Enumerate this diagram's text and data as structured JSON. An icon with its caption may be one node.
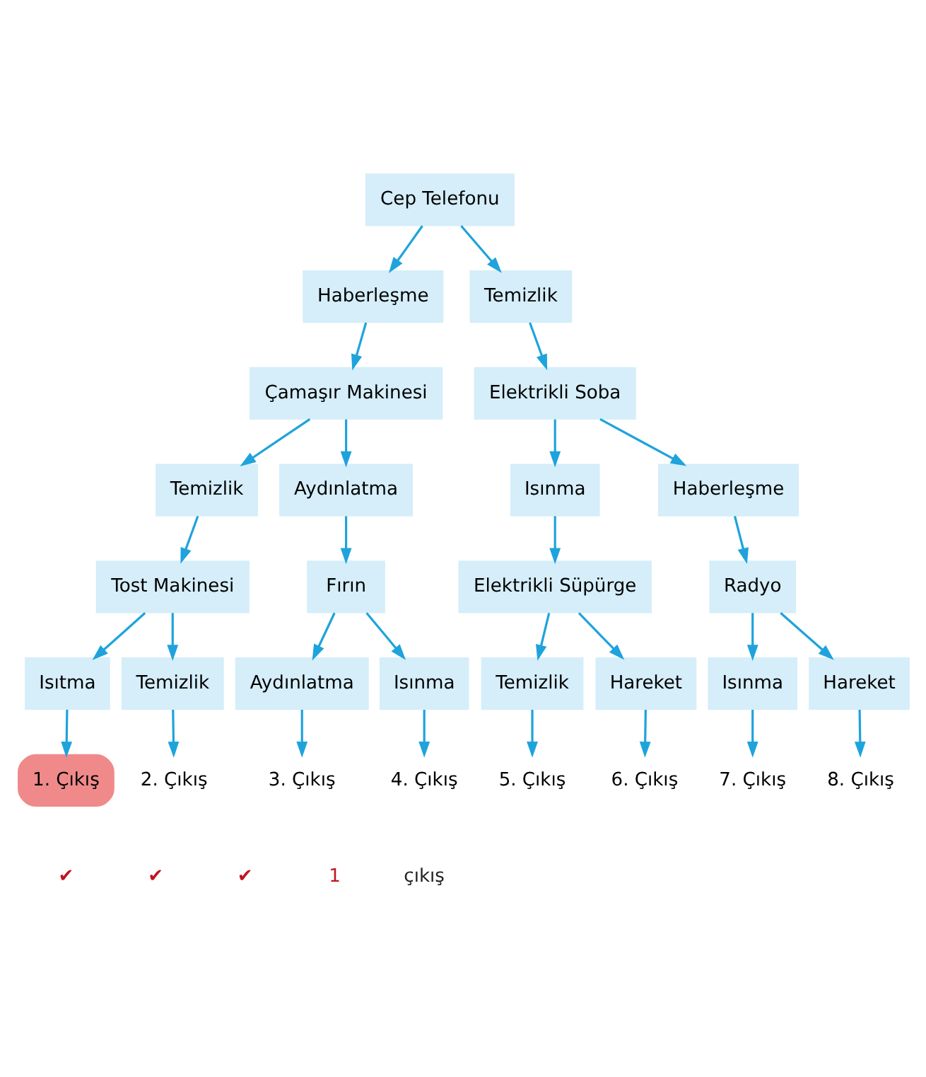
{
  "diagram": {
    "nodes": [
      {
        "text": [
          "Cep Telefonu"
        ]
      },
      {
        "text": [
          "Haberleşme"
        ]
      },
      {
        "text": [
          "Temizlik"
        ]
      },
      {
        "text": [
          "Çamaşır Makinesi"
        ]
      },
      {
        "text": [
          "Elektrikli Soba"
        ]
      },
      {
        "text": [
          "Temizlik"
        ]
      },
      {
        "text": [
          "Aydınlatma"
        ]
      },
      {
        "text": [
          "Isınma"
        ]
      },
      {
        "text": [
          "Haberleşme"
        ]
      },
      {
        "text": [
          "Tost Makinesi"
        ]
      },
      {
        "text": [
          "Fırın"
        ]
      },
      {
        "text": [
          "Elektrikli Süpürge"
        ]
      },
      {
        "text": [
          "Radyo"
        ]
      },
      {
        "text": [
          "Isıtma"
        ]
      },
      {
        "text": [
          "Temizlik"
        ]
      },
      {
        "text": [
          "Aydınlatma"
        ]
      },
      {
        "text": [
          "Isınma"
        ]
      },
      {
        "text": [
          "Temizlik"
        ]
      },
      {
        "text": [
          "Hareket"
        ]
      },
      {
        "text": [
          "Isınma"
        ]
      },
      {
        "text": [
          "Hareket"
        ]
      },
      {
        "text": [
          "1. Çıkış"
        ]
      },
      {
        "text": [
          "2. Çıkış"
        ]
      },
      {
        "text": [
          "3. Çıkış"
        ]
      },
      {
        "text": [
          "4. Çıkış"
        ]
      },
      {
        "text": [
          "5. Çıkış"
        ]
      },
      {
        "text": [
          "6. Çıkış"
        ]
      },
      {
        "text": [
          "7. Çıkış"
        ]
      },
      {
        "text": [
          "8. Çıkış"
        ]
      }
    ],
    "edges": [
      {
        "from": 0,
        "to": 1,
        "arrow": "to"
      },
      {
        "from": 0,
        "to": 2,
        "arrow": "to"
      },
      {
        "from": 1,
        "to": 3,
        "arrow": "to"
      },
      {
        "from": 2,
        "to": 4,
        "arrow": "to"
      },
      {
        "from": 3,
        "to": 5,
        "arrow": "to"
      },
      {
        "from": 3,
        "to": 6,
        "arrow": "to"
      },
      {
        "from": 4,
        "to": 7,
        "arrow": "to"
      },
      {
        "from": 4,
        "to": 8,
        "arrow": "to"
      },
      {
        "from": 5,
        "to": 9,
        "arrow": "to"
      },
      {
        "from": 6,
        "to": 10,
        "arrow": "to"
      },
      {
        "from": 7,
        "to": 11,
        "arrow": "to"
      },
      {
        "from": 8,
        "to": 12,
        "arrow": "to"
      },
      {
        "from": 9,
        "to": 13,
        "arrow": "to"
      },
      {
        "from": 9,
        "to": 14,
        "arrow": "to"
      },
      {
        "from": 10,
        "to": 15,
        "arrow": "to"
      },
      {
        "from": 10,
        "to": 16,
        "arrow": "to"
      },
      {
        "from": 11,
        "to": 17,
        "arrow": "to"
      },
      {
        "from": 11,
        "to": 18,
        "arrow": "to"
      },
      {
        "from": 12,
        "to": 19,
        "arrow": "to"
      },
      {
        "from": 12,
        "to": 20,
        "arrow": "to"
      },
      {
        "from": 13,
        "to": 21,
        "arrow": "to"
      },
      {
        "from": 14,
        "to": 22,
        "arrow": "to"
      },
      {
        "from": 15,
        "to": 23,
        "arrow": "to"
      },
      {
        "from": 16,
        "to": 24,
        "arrow": "to"
      },
      {
        "from": 17,
        "to": 25,
        "arrow": "to"
      },
      {
        "from": 18,
        "to": 26,
        "arrow": "to"
      },
      {
        "from": 19,
        "to": 27,
        "arrow": "to"
      },
      {
        "from": 20,
        "to": 28,
        "arrow": "to"
      }
    ],
    "labels": [
      "✔",
      "✔",
      "✔",
      "1",
      "çıkış"
    ]
  }
}
